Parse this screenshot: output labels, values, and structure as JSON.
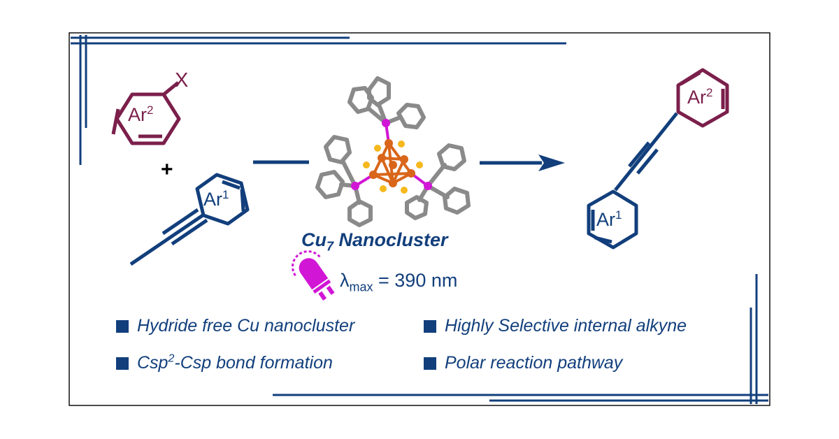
{
  "reactants": {
    "aryl_halide": {
      "ring_label": "Ar",
      "ring_sup": "2",
      "substituent": "X"
    },
    "plus_sign": "+",
    "alkyne": {
      "ring_label": "Ar",
      "ring_sup": "1"
    }
  },
  "catalyst": {
    "name_main": "Cu",
    "name_sub": "7",
    "name_rest": " Nanocluster",
    "light": {
      "symbol": "λ",
      "sub": "max",
      "value": " = 390 nm"
    }
  },
  "product": {
    "top_ring": {
      "ring_label": "Ar",
      "ring_sup": "2"
    },
    "bottom_ring": {
      "ring_label": "Ar",
      "ring_sup": "1"
    }
  },
  "features": [
    {
      "text": "Hydride free Cu nanocluster"
    },
    {
      "text_pre": "Csp",
      "text_sup": "2",
      "text_post": "-Csp bond formation"
    },
    {
      "text": "Highly Selective internal alkyne"
    },
    {
      "text": "Polar reaction pathway"
    }
  ],
  "colors": {
    "navy": "#123f7c",
    "maroon": "#7b1f4b",
    "magenta": "#d116d6",
    "copper": "#d9661a",
    "gold": "#f5b81d",
    "gray_ligand": "#8a8a8a"
  }
}
